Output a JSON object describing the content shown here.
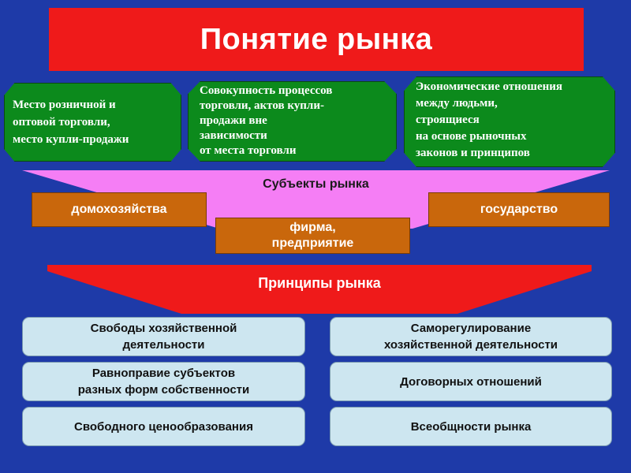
{
  "title": "Понятие рынка",
  "definitions": [
    "Место розничной и\nоптовой торговли,\nместо купли-продажи",
    "Совокупность процессов\nторговли, актов купли-\nпродажи вне\nзависимости\nот места торговли",
    "Экономические отношения\nмежду людьми,\nстроящиеся\nна основе рыночных\nзаконов и принципов"
  ],
  "subjects": {
    "label": "Субъекты рынка",
    "items": [
      "домохозяйства",
      "фирма,\nпредприятие",
      "государство"
    ]
  },
  "principles": {
    "label": "Принципы рынка",
    "left": [
      "Свободы хозяйственной\nдеятельности",
      "Равноправие субъектов\nразных форм собственности",
      "Свободного ценообразования"
    ],
    "right": [
      "Саморегулирование\nхозяйственной деятельности",
      "Договорных отношений",
      "Всеобщности рынка"
    ]
  },
  "colors": {
    "background": "#1e3aa8",
    "title_bg": "#ef1a1a",
    "definition_bg": "#0c8a1c",
    "subjects_band": "#f57ef5",
    "subject_box": "#c9670c",
    "principles_band": "#ef1a1a",
    "principle_box": "#cde6f0"
  }
}
